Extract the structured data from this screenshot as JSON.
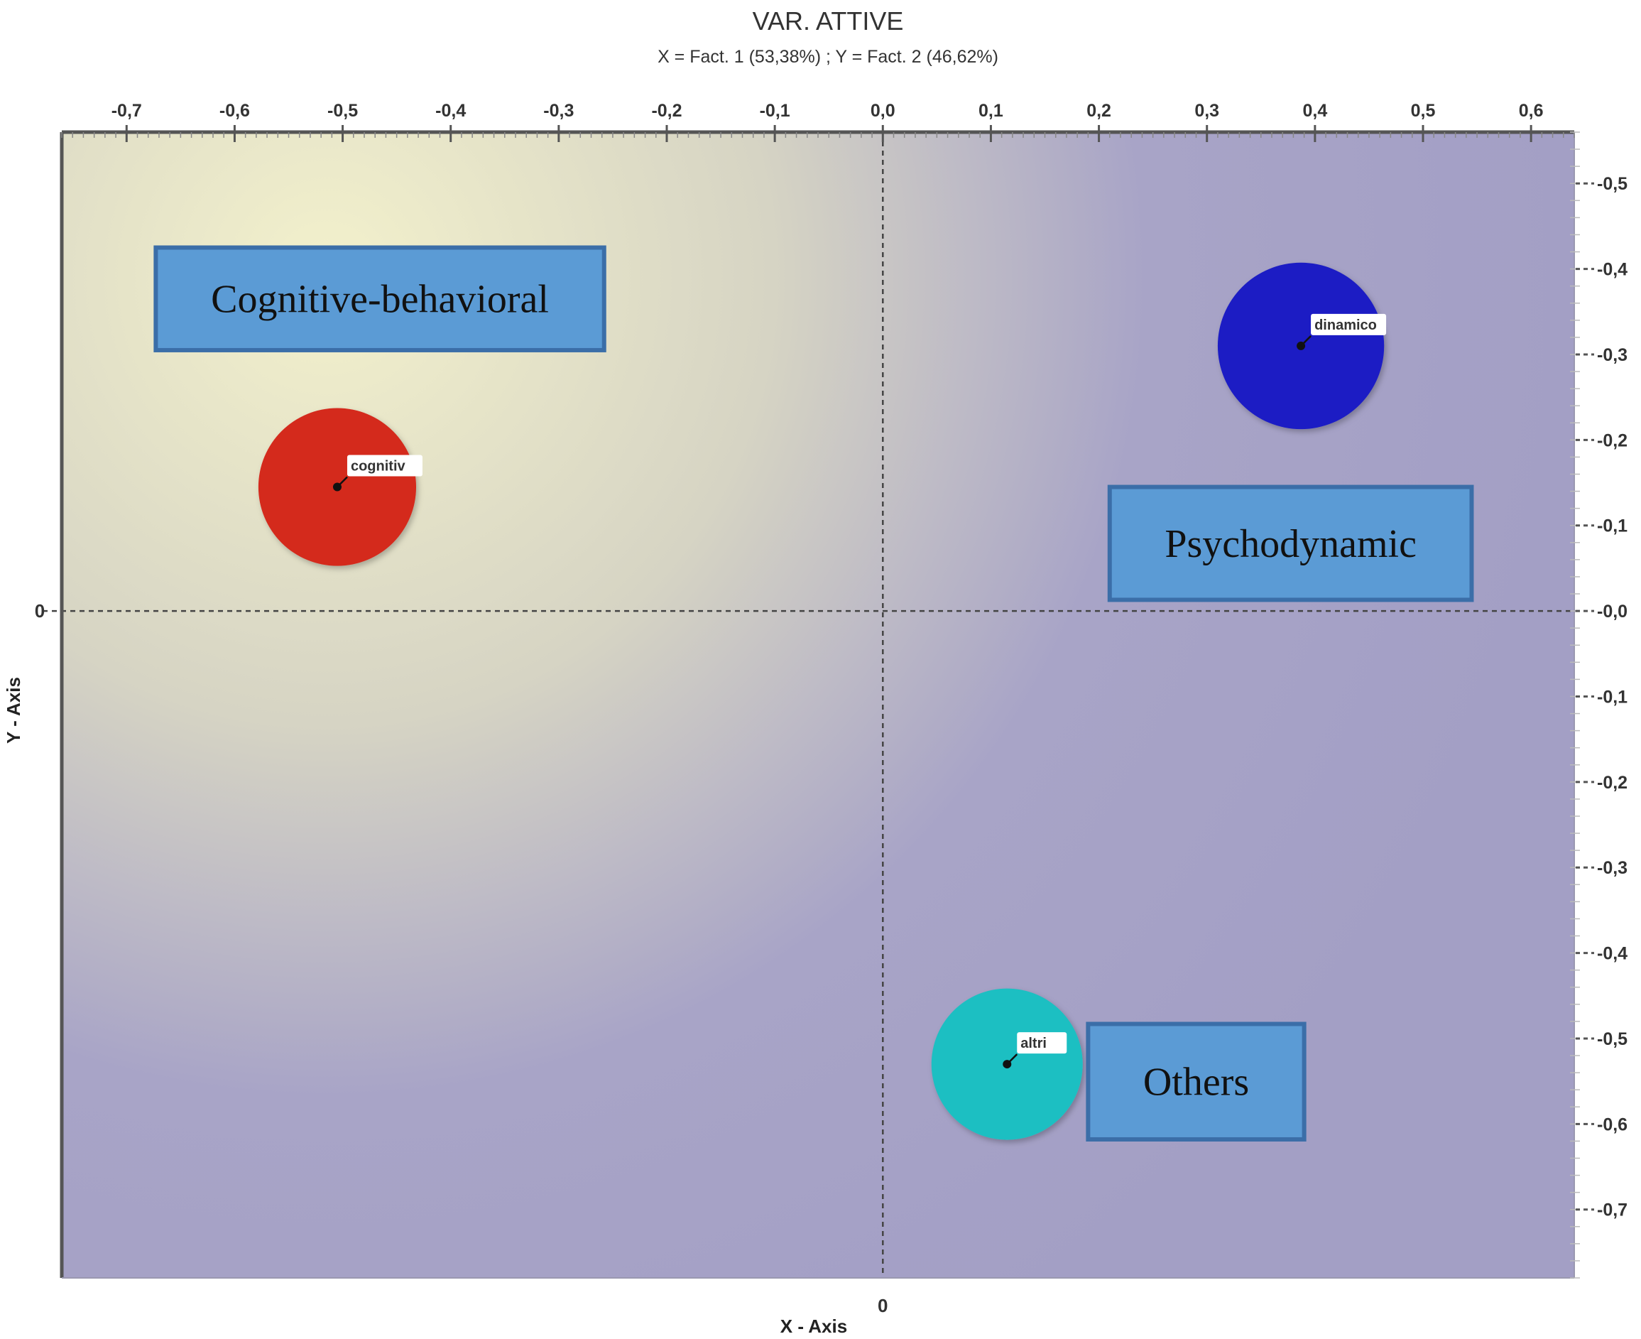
{
  "chart_data": {
    "type": "scatter",
    "title": "VAR. ATTIVE",
    "subtitle": "X = Fact. 1 (53,38%) ; Y = Fact. 2 (46,62%)",
    "xlabel": "X - Axis",
    "ylabel": "Y - Axis",
    "xlim": [
      -0.76,
      0.64
    ],
    "ylim": [
      -0.78,
      0.56
    ],
    "x_ticks": [
      -0.7,
      -0.6,
      -0.5,
      -0.4,
      -0.3,
      -0.2,
      -0.1,
      0.0,
      0.1,
      0.2,
      0.3,
      0.4,
      0.5,
      0.6
    ],
    "x_tick_labels": [
      "-0,7",
      "-0,6",
      "-0,5",
      "-0,4",
      "-0,3",
      "-0,2",
      "-0,1",
      "0,0",
      "0,1",
      "0,2",
      "0,3",
      "0,4",
      "0,5",
      "0,6"
    ],
    "y_ticks": [
      0.5,
      0.4,
      0.3,
      0.2,
      0.1,
      0.0,
      -0.1,
      -0.2,
      -0.3,
      -0.4,
      -0.5,
      -0.6,
      -0.7
    ],
    "y_tick_labels": [
      "-0,5",
      "-0,4",
      "-0,3",
      "-0,2",
      "-0,1",
      "-0,0",
      "-0,1",
      "-0,2",
      "-0,3",
      "-0,4",
      "-0,5",
      "-0,6",
      "-0,7"
    ],
    "origin_labels": {
      "x": "0",
      "y": "0"
    },
    "grid": false,
    "reference_lines": {
      "x": 0,
      "y": 0,
      "style": "dashed"
    },
    "points": [
      {
        "label": "cognitiv",
        "x": -0.505,
        "y": 0.145,
        "size": 0.073,
        "color": "#d4291f"
      },
      {
        "label": "dinamico",
        "x": 0.387,
        "y": 0.31,
        "size": 0.077,
        "color": "#1b1fc4"
      },
      {
        "label": "altri",
        "x": 0.115,
        "y": -0.53,
        "size": 0.07,
        "color": "#1fbfc2"
      }
    ],
    "annotations": [
      {
        "text": "Cognitive-behavioral",
        "x_range": [
          -0.673,
          -0.258
        ],
        "y_range": [
          0.305,
          0.425
        ]
      },
      {
        "text": "Psychodynamic",
        "x_range": [
          0.21,
          0.545
        ],
        "y_range": [
          0.013,
          0.145
        ]
      },
      {
        "text": "Others",
        "x_range": [
          0.19,
          0.39
        ],
        "y_range": [
          -0.618,
          -0.483
        ]
      }
    ],
    "colors": {
      "annotation_fill": "#5b9bd5",
      "annotation_border": "#3b6ea8",
      "background_left": "#f3f1cc",
      "background_right": "#a39fc5"
    }
  }
}
